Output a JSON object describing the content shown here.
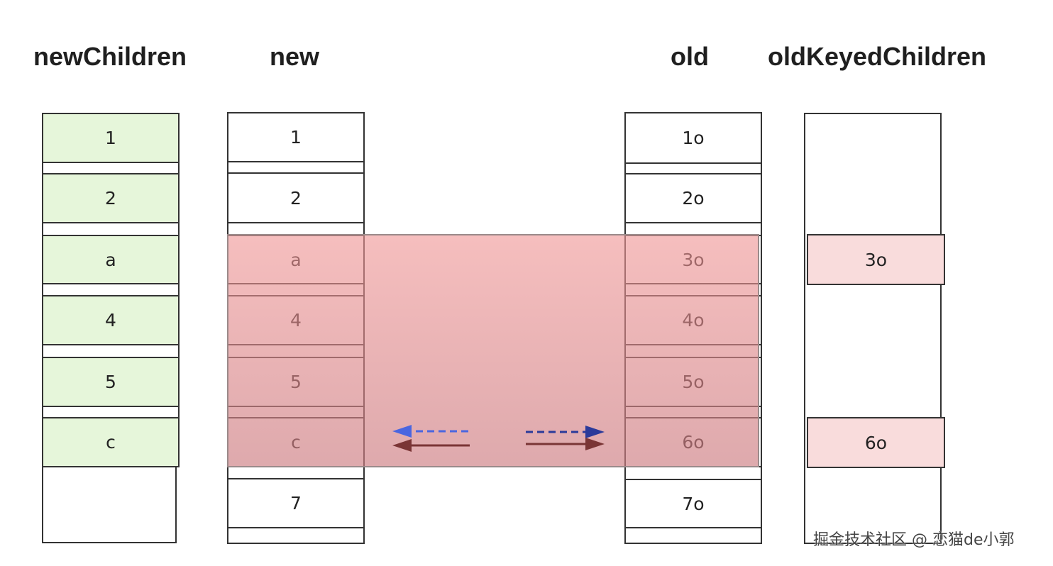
{
  "headings": {
    "newChildren": "newChildren",
    "new": "new",
    "old": "old",
    "oldKeyedChildren": "oldKeyedChildren"
  },
  "newChildren": [
    "1",
    "2",
    "a",
    "4",
    "5",
    "c"
  ],
  "new": [
    "1",
    "2",
    "a",
    "4",
    "5",
    "c",
    "7"
  ],
  "old": [
    "1o",
    "2o",
    "3o",
    "4o",
    "5o",
    "6o",
    "7o"
  ],
  "oldKeyedChildren": [
    "3o",
    "6o"
  ],
  "colors": {
    "green_fill": "#e6f6da",
    "overlay_pink": "#f09696",
    "keyed_pink": "#f9dcdc",
    "arrow_blue": "#4a66e0",
    "arrow_navy": "#2b3a9a",
    "arrow_maroon": "#7a3535"
  },
  "arrows": [
    {
      "name": "dashed-left-arrow",
      "icon": "arrow-left-icon",
      "style": "dashed",
      "color": "#4a66e0"
    },
    {
      "name": "solid-left-arrow",
      "icon": "arrow-left-icon",
      "style": "solid",
      "color": "#7a3535"
    },
    {
      "name": "dashed-right-arrow",
      "icon": "arrow-right-icon",
      "style": "dashed",
      "color": "#2b3a9a"
    },
    {
      "name": "solid-right-arrow",
      "icon": "arrow-right-icon",
      "style": "solid",
      "color": "#7a3535"
    }
  ],
  "watermark": "掘金技术社区 @ 恋猫de小郭"
}
